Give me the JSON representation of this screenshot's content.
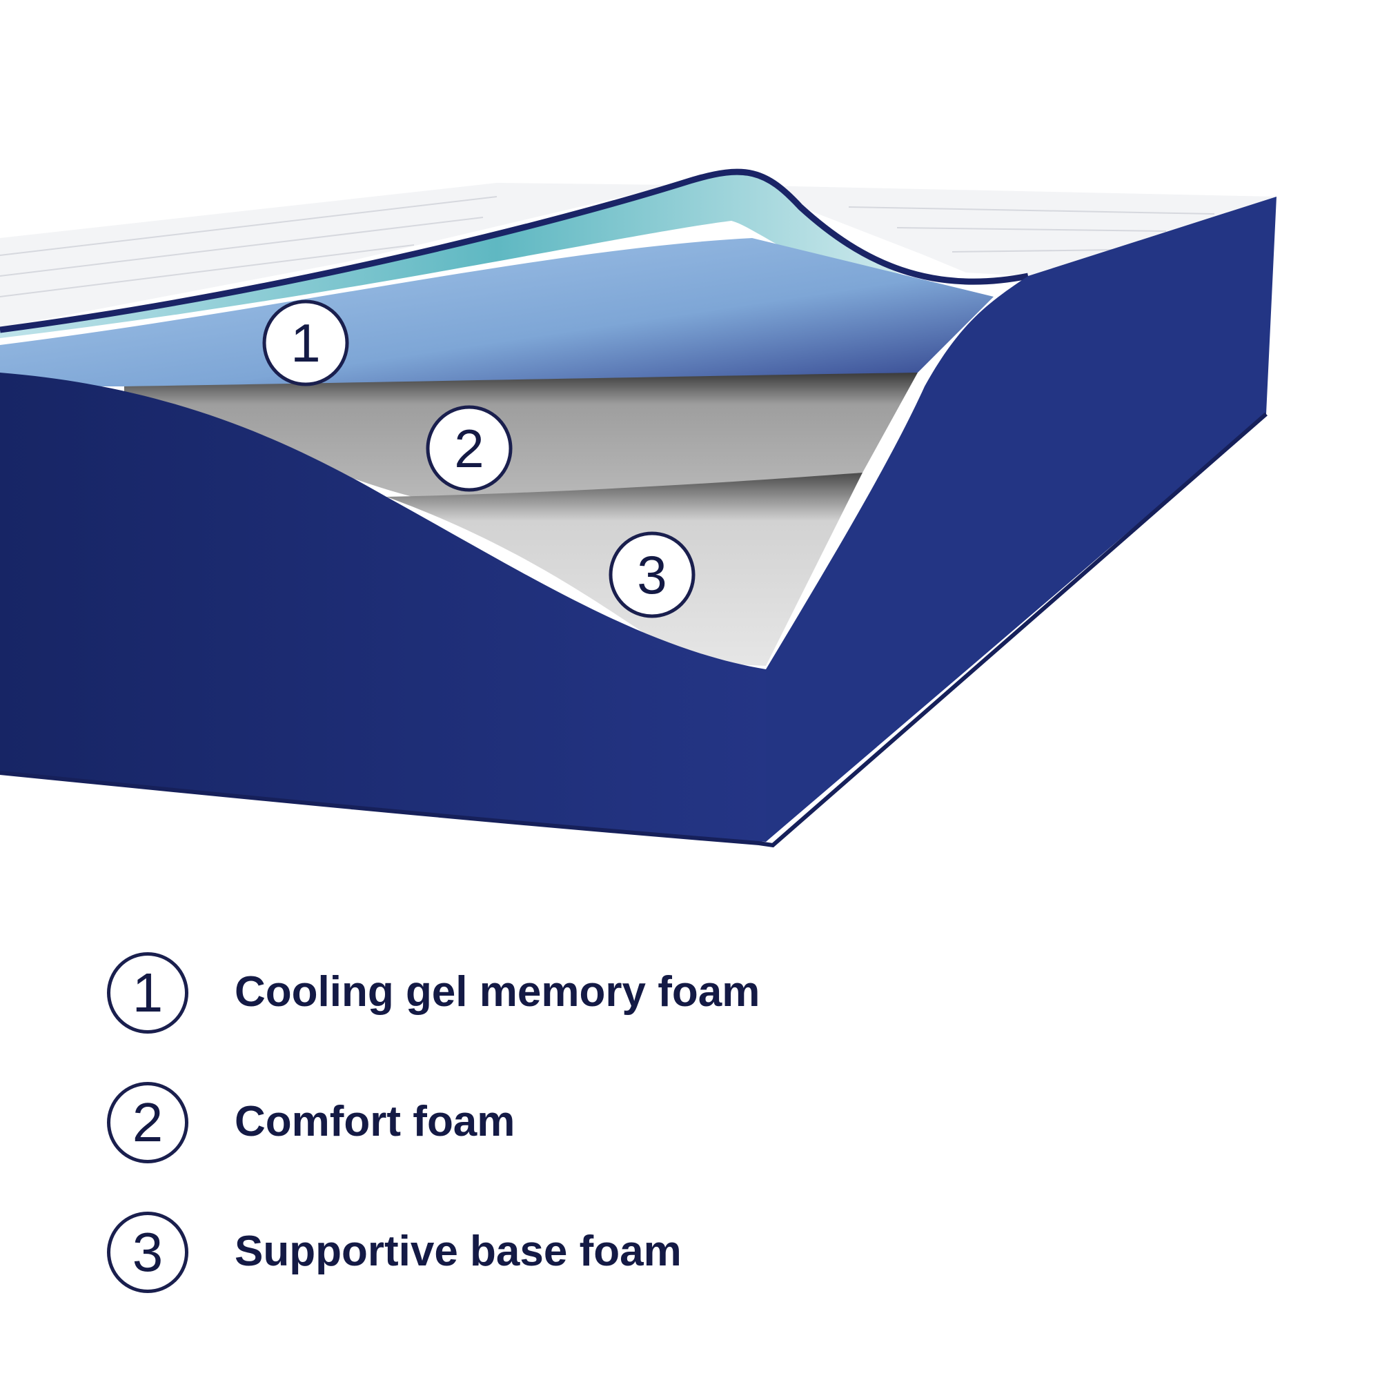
{
  "colors": {
    "navy": "#1c2a6e",
    "outline": "#1a1f4e",
    "gel_foam": "#8fb8df",
    "comfort_foam": "#a9a9a9",
    "base_foam": "#d9d9d9",
    "cover": "#f4f5f7"
  },
  "markers": [
    {
      "number": "1"
    },
    {
      "number": "2"
    },
    {
      "number": "3"
    }
  ],
  "legend": [
    {
      "number": "1",
      "label": "Cooling gel memory foam"
    },
    {
      "number": "2",
      "label": "Comfort foam"
    },
    {
      "number": "3",
      "label": "Supportive base foam"
    }
  ]
}
